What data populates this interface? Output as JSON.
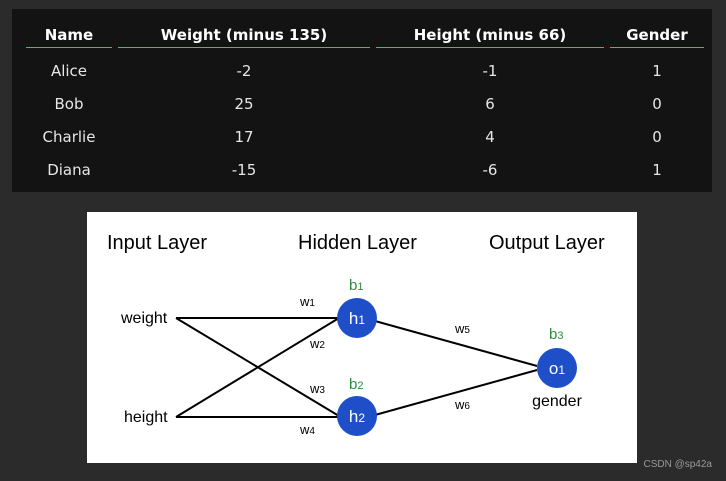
{
  "table": {
    "columns": [
      "Name",
      "Weight (minus 135)",
      "Height (minus 66)",
      "Gender"
    ],
    "rows": [
      [
        "Alice",
        "-2",
        "-1",
        "1"
      ],
      [
        "Bob",
        "25",
        "6",
        "0"
      ],
      [
        "Charlie",
        "17",
        "4",
        "0"
      ],
      [
        "Diana",
        "-15",
        "-6",
        "1"
      ]
    ]
  },
  "diagram": {
    "layer_titles": {
      "input": "Input Layer",
      "hidden": "Hidden Layer",
      "output": "Output Layer"
    },
    "inputs": {
      "weight": "weight",
      "height": "height"
    },
    "nodes": {
      "h1_main": "h",
      "h1_sub": "1",
      "h2_main": "h",
      "h2_sub": "2",
      "o1_main": "o",
      "o1_sub": "1"
    },
    "biases": {
      "b1_main": "b",
      "b1_sub": "1",
      "b2_main": "b",
      "b2_sub": "2",
      "b3_main": "b",
      "b3_sub": "3"
    },
    "weights": {
      "w1_main": "w",
      "w1_sub": "1",
      "w2_main": "w",
      "w2_sub": "2",
      "w3_main": "w",
      "w3_sub": "3",
      "w4_main": "w",
      "w4_sub": "4",
      "w5_main": "w",
      "w5_sub": "5",
      "w6_main": "w",
      "w6_sub": "6"
    },
    "output_label": "gender",
    "colors": {
      "node_fill": "#1f4fc8",
      "bias_text": "#2e8b3e",
      "edge": "#000000"
    }
  },
  "watermark": "CSDN @sp42a"
}
